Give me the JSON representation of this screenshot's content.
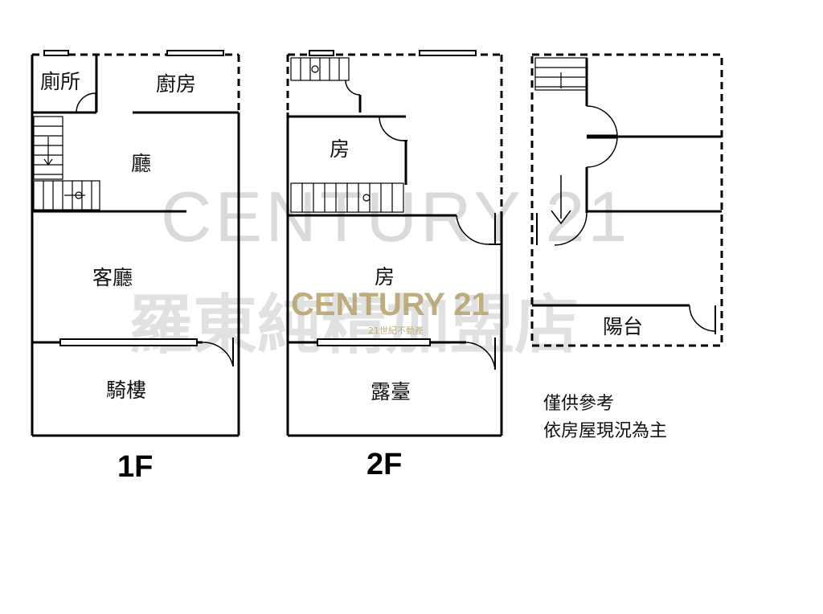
{
  "rooms_1f": {
    "toilet": "廁所",
    "kitchen": "廚房",
    "hall": "廳",
    "living": "客廳",
    "arcade": "騎樓"
  },
  "rooms_2f": {
    "room_upper": "房",
    "room_lower": "房",
    "terrace": "露臺"
  },
  "rooms_3f": {
    "balcony": "陽台"
  },
  "floor_labels": {
    "first": "1F",
    "second": "2F"
  },
  "note": {
    "line1": "僅供參考",
    "line2": "依房屋現況為主"
  },
  "watermark": {
    "brand": "CENTURY 21",
    "store": "羅東純精加盟店",
    "logo": "CENTURY 21",
    "logo_sub": "21世紀不動產"
  },
  "colors": {
    "wall": "#000000",
    "watermark_gray": "#bdbdbd",
    "logo_gold": "#b5a26a"
  }
}
